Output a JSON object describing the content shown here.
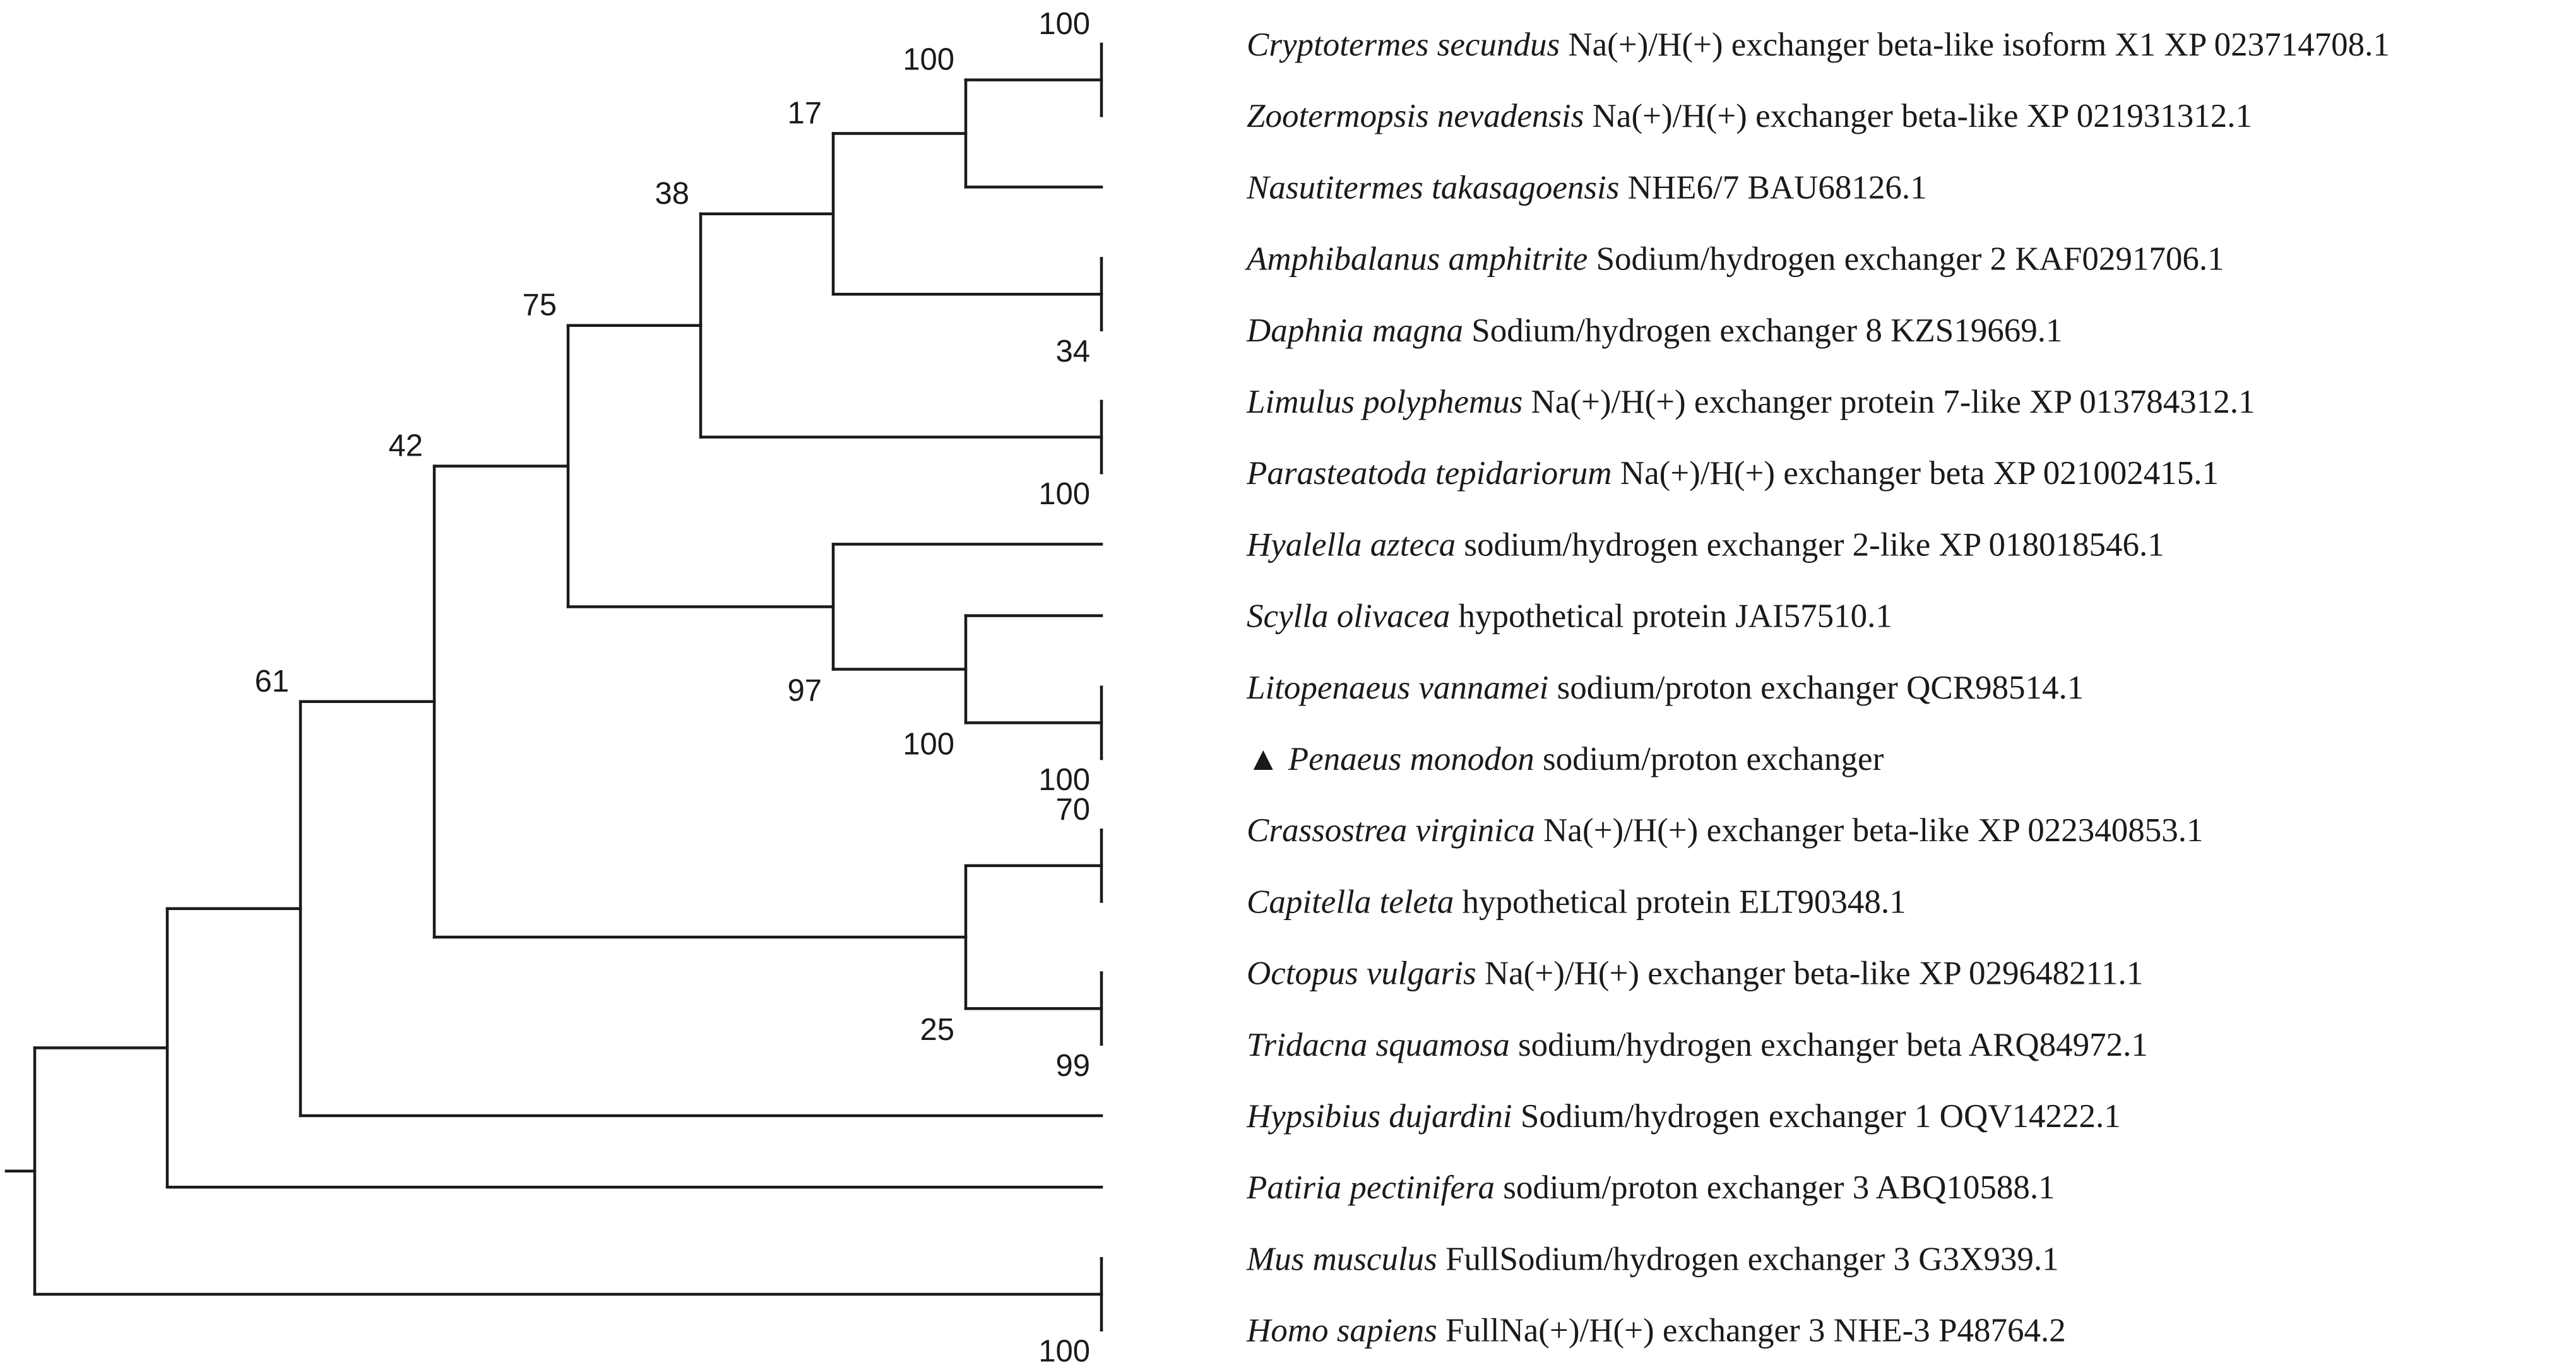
{
  "taxa": [
    {
      "species": "Cryptotermes secundus",
      "desc": "Na(+)/H(+) exchanger beta-like isoform X1 XP 023714708.1"
    },
    {
      "species": "Zootermopsis nevadensis",
      "desc": "Na(+)/H(+) exchanger beta-like XP 021931312.1"
    },
    {
      "species": "Nasutitermes takasagoensis",
      "desc": "NHE6/7 BAU68126.1"
    },
    {
      "species": "Amphibalanus amphitrite",
      "desc": "Sodium/hydrogen exchanger 2 KAF0291706.1"
    },
    {
      "species": "Daphnia magna",
      "desc": "Sodium/hydrogen exchanger 8 KZS19669.1"
    },
    {
      "species": "Limulus polyphemus",
      "desc": "Na(+)/H(+) exchanger protein 7-like XP 013784312.1"
    },
    {
      "species": "Parasteatoda tepidariorum",
      "desc": "Na(+)/H(+) exchanger beta XP 021002415.1"
    },
    {
      "species": "Hyalella azteca",
      "desc": "sodium/hydrogen exchanger 2-like XP 018018546.1"
    },
    {
      "species": "Scylla olivacea",
      "desc": "hypothetical protein JAI57510.1"
    },
    {
      "species": "Litopenaeus vannamei",
      "desc": "sodium/proton exchanger QCR98514.1"
    },
    {
      "species": "Penaeus monodon",
      "desc": "sodium/proton exchanger",
      "marker": "▲"
    },
    {
      "species": "Crassostrea virginica",
      "desc": "Na(+)/H(+) exchanger beta-like XP 022340853.1"
    },
    {
      "species": "Capitella teleta",
      "desc": "hypothetical protein ELT90348.1"
    },
    {
      "species": "Octopus vulgaris",
      "desc": "Na(+)/H(+) exchanger beta-like XP 029648211.1"
    },
    {
      "species": "Tridacna squamosa",
      "desc": "sodium/hydrogen exchanger beta ARQ84972.1"
    },
    {
      "species": "Hypsibius dujardini",
      "desc": "Sodium/hydrogen exchanger 1 OQV14222.1"
    },
    {
      "species": "Patiria pectinifera",
      "desc": "sodium/proton exchanger 3 ABQ10588.1"
    },
    {
      "species": "Mus musculus",
      "desc": "FullSodium/hydrogen exchanger 3 G3X939.1"
    },
    {
      "species": "Homo sapiens",
      "desc": "FullNa(+)/H(+) exchanger 3 NHE-3 P48764.2"
    }
  ],
  "support_values": {
    "Cryptotermes_Zootermopsis": "100",
    "Cryptotermes_Zootermopsis_Nasutitermes": "100",
    "insects_crustaceans": "17",
    "Amphibalanus_Daphnia": "34",
    "Limulus_Parasteatoda": "100",
    "arthropods_A": "38",
    "Hyalella_clade": "97",
    "Scylla_clade": "100",
    "Litopenaeus_Penaeus": "100",
    "arthropods_all": "75",
    "Crassostrea_Capitella": "70",
    "Octopus_Tridacna": "99",
    "molluscs_annelids": "25",
    "protostomes": "42",
    "with_Hypsibius": "61",
    "Mus_Homo": "100"
  }
}
